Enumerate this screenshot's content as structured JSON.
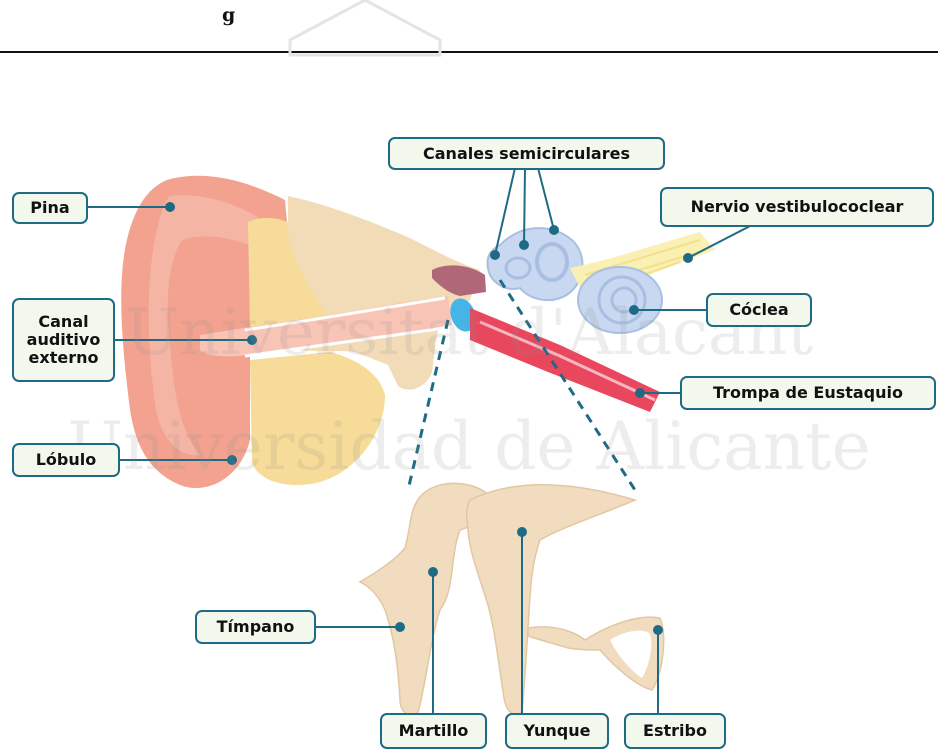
{
  "header": {
    "title_fragment": "g"
  },
  "watermark": {
    "line1": "Universitat d'Alacant",
    "line2": "Universidad de Alicante"
  },
  "labels": {
    "pina": "Pina",
    "canal": "Canal\nauditivo\nexterno",
    "lobulo": "Lóbulo",
    "canales": "Canales semicirculares",
    "nervio": "Nervio vestibulococlear",
    "coclea": "Cóclea",
    "trompa": "Trompa de Eustaquio",
    "timpano": "Tímpano",
    "martillo": "Martillo",
    "yunque": "Yunque",
    "estribo": "Estribo"
  },
  "colors": {
    "outer_ear": "#f2a28f",
    "skin_highlight": "#f8c4b6",
    "cartilage": "#f6dc98",
    "bone": "#f2dcb8",
    "inner_ear": "#c8d8f0",
    "eustachian": "#e9475e",
    "eardrum": "#45b4e6",
    "ossicles": "#f1dcc0",
    "leader": "#1f6a84",
    "label_fill": "#f3f8ec"
  }
}
